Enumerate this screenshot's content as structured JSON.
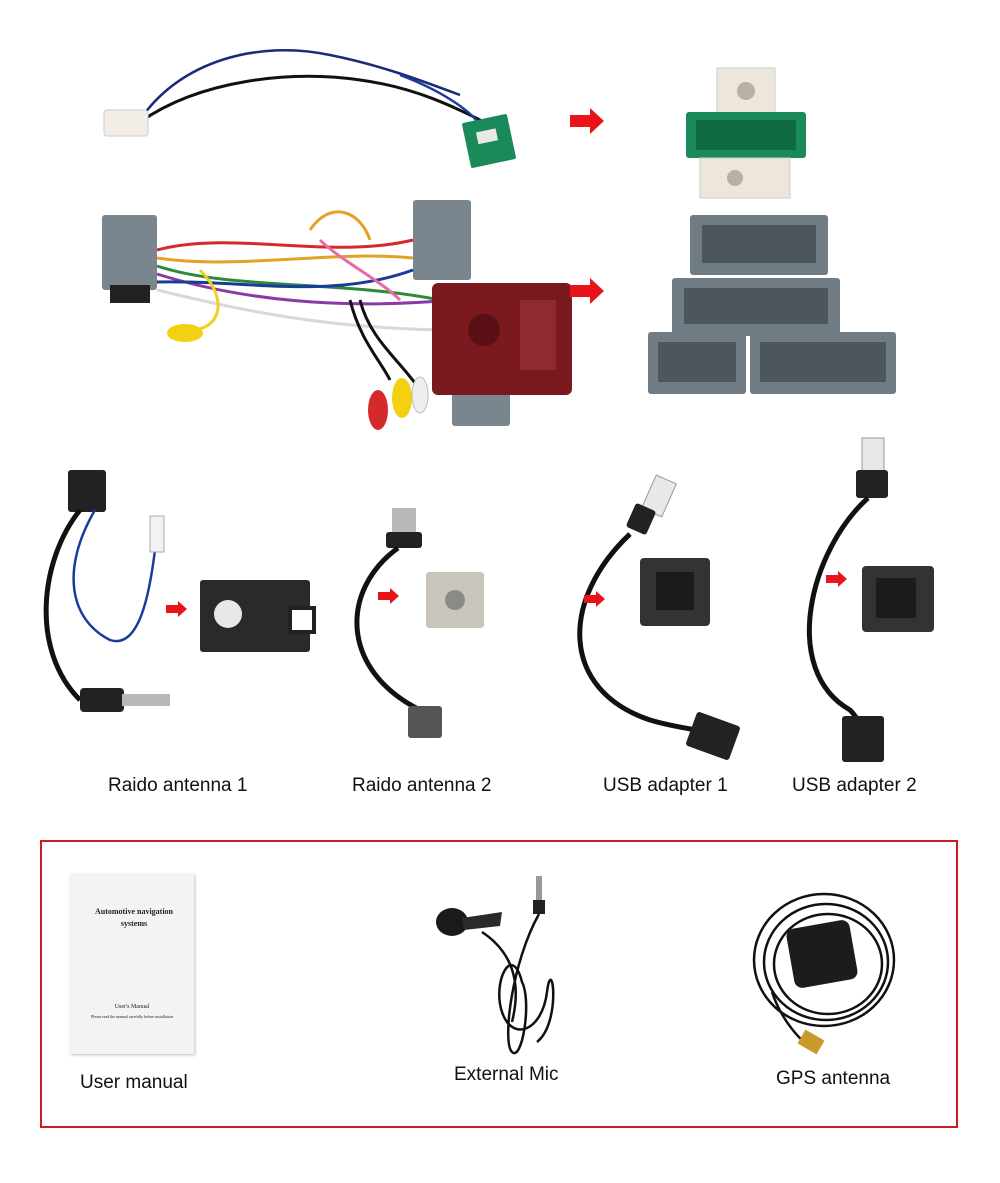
{
  "colors": {
    "arrow": "#e8141a",
    "frame": "#d11a1f",
    "connector_gray": "#6f7c84",
    "connector_green": "#1a8a5a",
    "cable": "#111111"
  },
  "accessories": [
    {
      "label": "Raido antenna 1"
    },
    {
      "label": "Raido antenna 2"
    },
    {
      "label": "USB adapter 1"
    },
    {
      "label": "USB adapter 2"
    }
  ],
  "included": {
    "manual": {
      "label": "User manual",
      "cover_title": "Automotive navigation systems",
      "cover_subtitle": "User's Manual",
      "cover_note": "Please read the manual carefully before installation"
    },
    "mic": {
      "label": "External Mic"
    },
    "gps": {
      "label": "GPS antenna"
    }
  }
}
